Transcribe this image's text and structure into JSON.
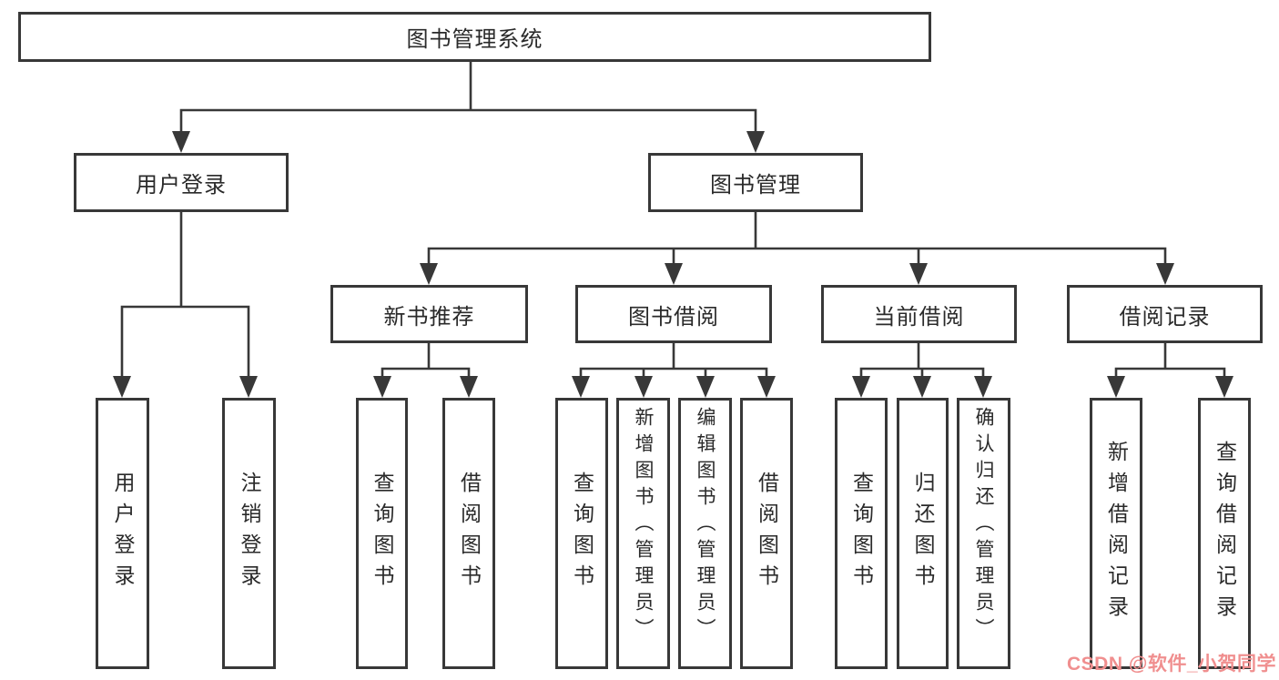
{
  "tree": {
    "root": {
      "label": "图书管理系统"
    },
    "branches": [
      {
        "label": "用户登录",
        "children": [
          {
            "label": "用户登录"
          },
          {
            "label": "注销登录"
          }
        ]
      },
      {
        "label": "图书管理",
        "children": [
          {
            "label": "新书推荐",
            "children": [
              {
                "label": "查询图书"
              },
              {
                "label": "借阅图书"
              }
            ]
          },
          {
            "label": "图书借阅",
            "children": [
              {
                "label": "查询图书"
              },
              {
                "label": "新增图书（管理员）"
              },
              {
                "label": "编辑图书（管理员）"
              },
              {
                "label": "借阅图书"
              }
            ]
          },
          {
            "label": "当前借阅",
            "children": [
              {
                "label": "查询图书"
              },
              {
                "label": "归还图书"
              },
              {
                "label": "确认归还（管理员）"
              }
            ]
          },
          {
            "label": "借阅记录",
            "children": [
              {
                "label": "新增借阅记录"
              },
              {
                "label": "查询借阅记录"
              }
            ]
          }
        ]
      }
    ]
  },
  "watermark": {
    "text": "CSDN @软件_小贺同学",
    "color": "#f08f8f"
  },
  "colors": {
    "line": "#383838",
    "box_border": "#383838",
    "box_background": "#ffffff",
    "text": "#2a2a2a",
    "page_background": "#ffffff"
  }
}
